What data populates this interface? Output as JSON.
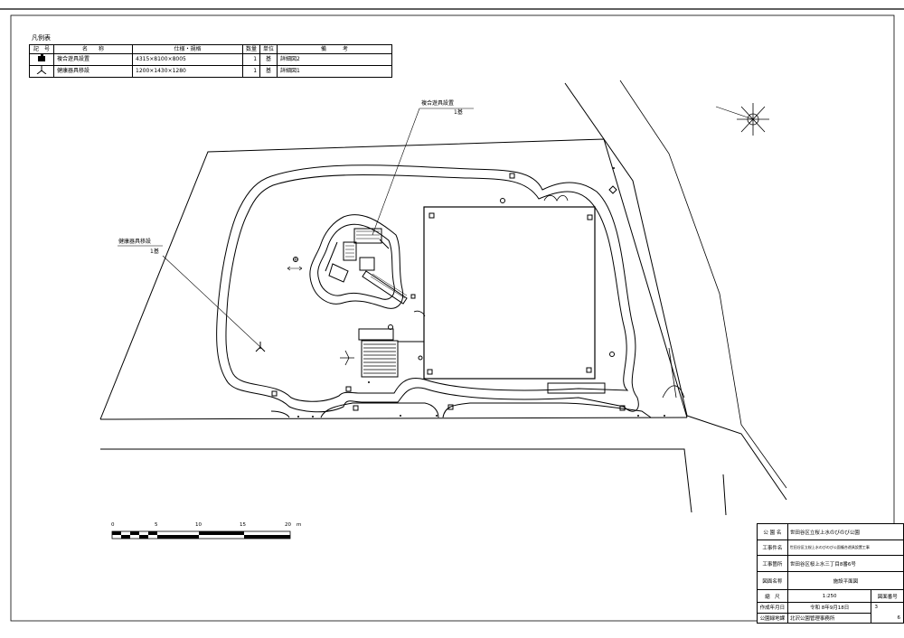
{
  "legend": {
    "title": "凡例表",
    "headers": [
      "記　号",
      "名　　称",
      "仕様・規格",
      "数量",
      "単位",
      "備　　　考"
    ],
    "rows": [
      {
        "symbol": "play-structure-symbol",
        "name": "複合遊具設置",
        "spec": "4315×8100×8005",
        "qty": "1",
        "unit": "基",
        "note": "詳細図2"
      },
      {
        "symbol": "fitness-equipment-symbol",
        "name": "健康器具移設",
        "spec": "1200×1430×1280",
        "qty": "1",
        "unit": "基",
        "note": "詳細図1"
      }
    ]
  },
  "callouts": {
    "play": {
      "name": "複合遊具設置",
      "qty": "1基"
    },
    "fitness": {
      "name": "健康器具移設",
      "qty": "1基"
    }
  },
  "scale_bar": {
    "ticks": [
      "0",
      "5",
      "10",
      "15",
      "20"
    ],
    "unit": "m"
  },
  "title_block": {
    "park_name_label": "公 園 名",
    "park_name": "世田谷区立桜上水のびのび公園",
    "work_name_label": "工事件名",
    "work_name": "世田谷区立桜上水のびのび公園複合遊具設置工事",
    "location_label": "工事箇所",
    "location": "世田谷区桜上水三丁目8番6号",
    "drawing_name_label": "図面名称",
    "drawing_name": "施設平面図",
    "scale_label": "縮　尺",
    "scale": "1:250",
    "sheet_no_label": "図面番号",
    "sheet_no": "3",
    "sheet_total": "6",
    "date_label": "作成年月日",
    "date": "令和 8年9月18日",
    "office_label": "公園緑地課",
    "office": "北沢公園管理事務所"
  },
  "colors": {
    "line": "#000000",
    "paper": "#ffffff"
  }
}
